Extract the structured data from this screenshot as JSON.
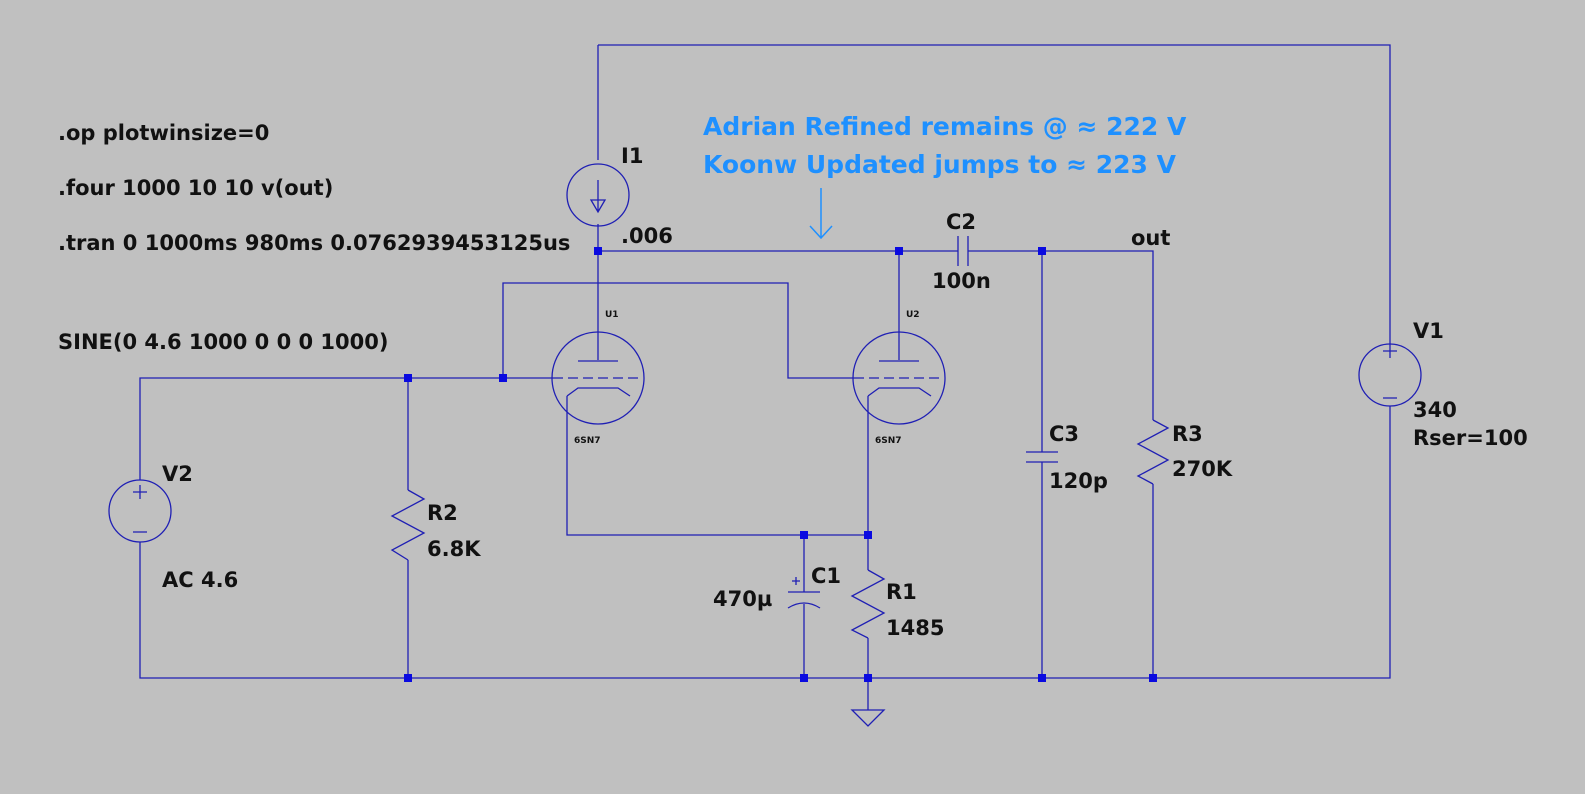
{
  "directives": {
    "op": ".op plotwinsize=0",
    "four": ".four 1000 10 10 v(out)",
    "tran": ".tran 0 1000ms 980ms 0.0762939453125us",
    "sine": "SINE(0 4.6 1000 0 0 0 1000)"
  },
  "annotation": {
    "line1": "Adrian Refined remains @ ≈ 222 V",
    "line2": "Koonw Updated jumps to ≈ 223 V",
    "color": "#1e90ff"
  },
  "components": {
    "I1": {
      "name": "I1",
      "value": ".006"
    },
    "C2": {
      "name": "C2",
      "value": "100n"
    },
    "out": {
      "net_label": "out"
    },
    "V1": {
      "name": "V1",
      "value": "340",
      "param": "Rser=100"
    },
    "U1": {
      "name": "U1",
      "model": "6SN7"
    },
    "U2": {
      "name": "U2",
      "model": "6SN7"
    },
    "C3": {
      "name": "C3",
      "value": "120p"
    },
    "R3": {
      "name": "R3",
      "value": "270K"
    },
    "V2": {
      "name": "V2",
      "value": "AC 4.6"
    },
    "R2": {
      "name": "R2",
      "value": "6.8K"
    },
    "C1": {
      "name": "C1",
      "value": "470µ"
    },
    "R1": {
      "name": "R1",
      "value": "1485"
    }
  },
  "colors": {
    "wire": "#1f1fb4",
    "node": "#0a0ae0",
    "background": "#c0c0c0"
  }
}
